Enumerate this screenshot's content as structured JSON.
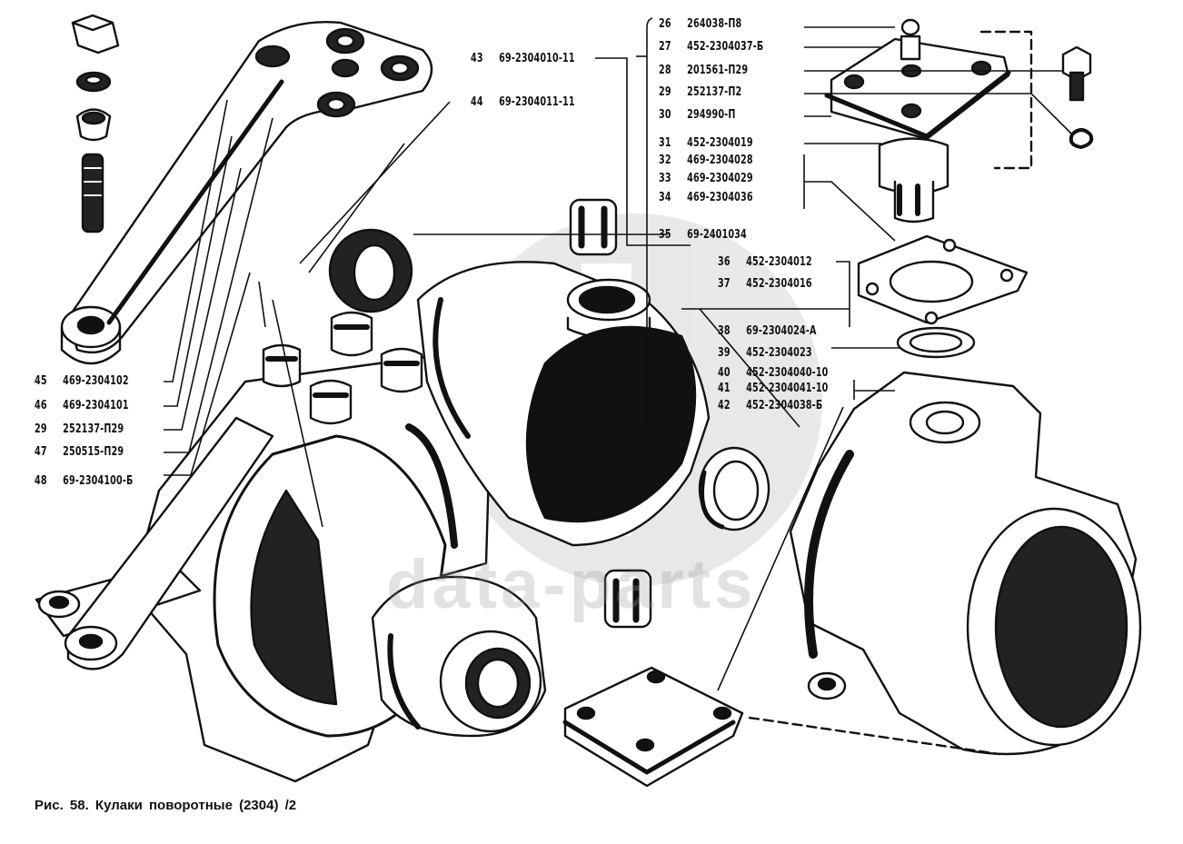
{
  "figure": {
    "caption": "Рис. 58. Кулаки поворотные (2304) /2",
    "watermark": "data-parts",
    "colors": {
      "ink": "#111111",
      "paper": "#ffffff",
      "watermark": "#c8c8c8"
    }
  },
  "right_callouts": [
    {
      "num": "26",
      "part": "264038-П8"
    },
    {
      "num": "27",
      "part": "452-2304037-Б"
    },
    {
      "num": "28",
      "part": "201561-П29"
    },
    {
      "num": "29",
      "part": "252137-П2"
    },
    {
      "num": "30",
      "part": "294990-П"
    },
    {
      "num": "31",
      "part": "452-2304019"
    },
    {
      "num": "32",
      "part": "469-2304028"
    },
    {
      "num": "33",
      "part": "469-2304029"
    },
    {
      "num": "34",
      "part": "469-2304036"
    },
    {
      "num": "35",
      "part": "69-2401034"
    }
  ],
  "mid_callouts": [
    {
      "num": "36",
      "part": "452-2304012"
    },
    {
      "num": "37",
      "part": "452-2304016"
    },
    {
      "num": "38",
      "part": "69-2304024-А"
    },
    {
      "num": "39",
      "part": "452-2304023"
    },
    {
      "num": "40",
      "part": "452-2304040-10"
    },
    {
      "num": "41",
      "part": "452-2304041-10"
    },
    {
      "num": "42",
      "part": "452-2304038-Б"
    }
  ],
  "top_callouts": [
    {
      "num": "43",
      "part": "69-2304010-11"
    },
    {
      "num": "44",
      "part": "69-2304011-11"
    }
  ],
  "left_callouts": [
    {
      "num": "45",
      "part": "469-2304102"
    },
    {
      "num": "46",
      "part": "469-2304101"
    },
    {
      "num": "29",
      "part": "252137-П29"
    },
    {
      "num": "47",
      "part": "250515-П29"
    },
    {
      "num": "48",
      "part": "69-2304100-Б"
    }
  ]
}
